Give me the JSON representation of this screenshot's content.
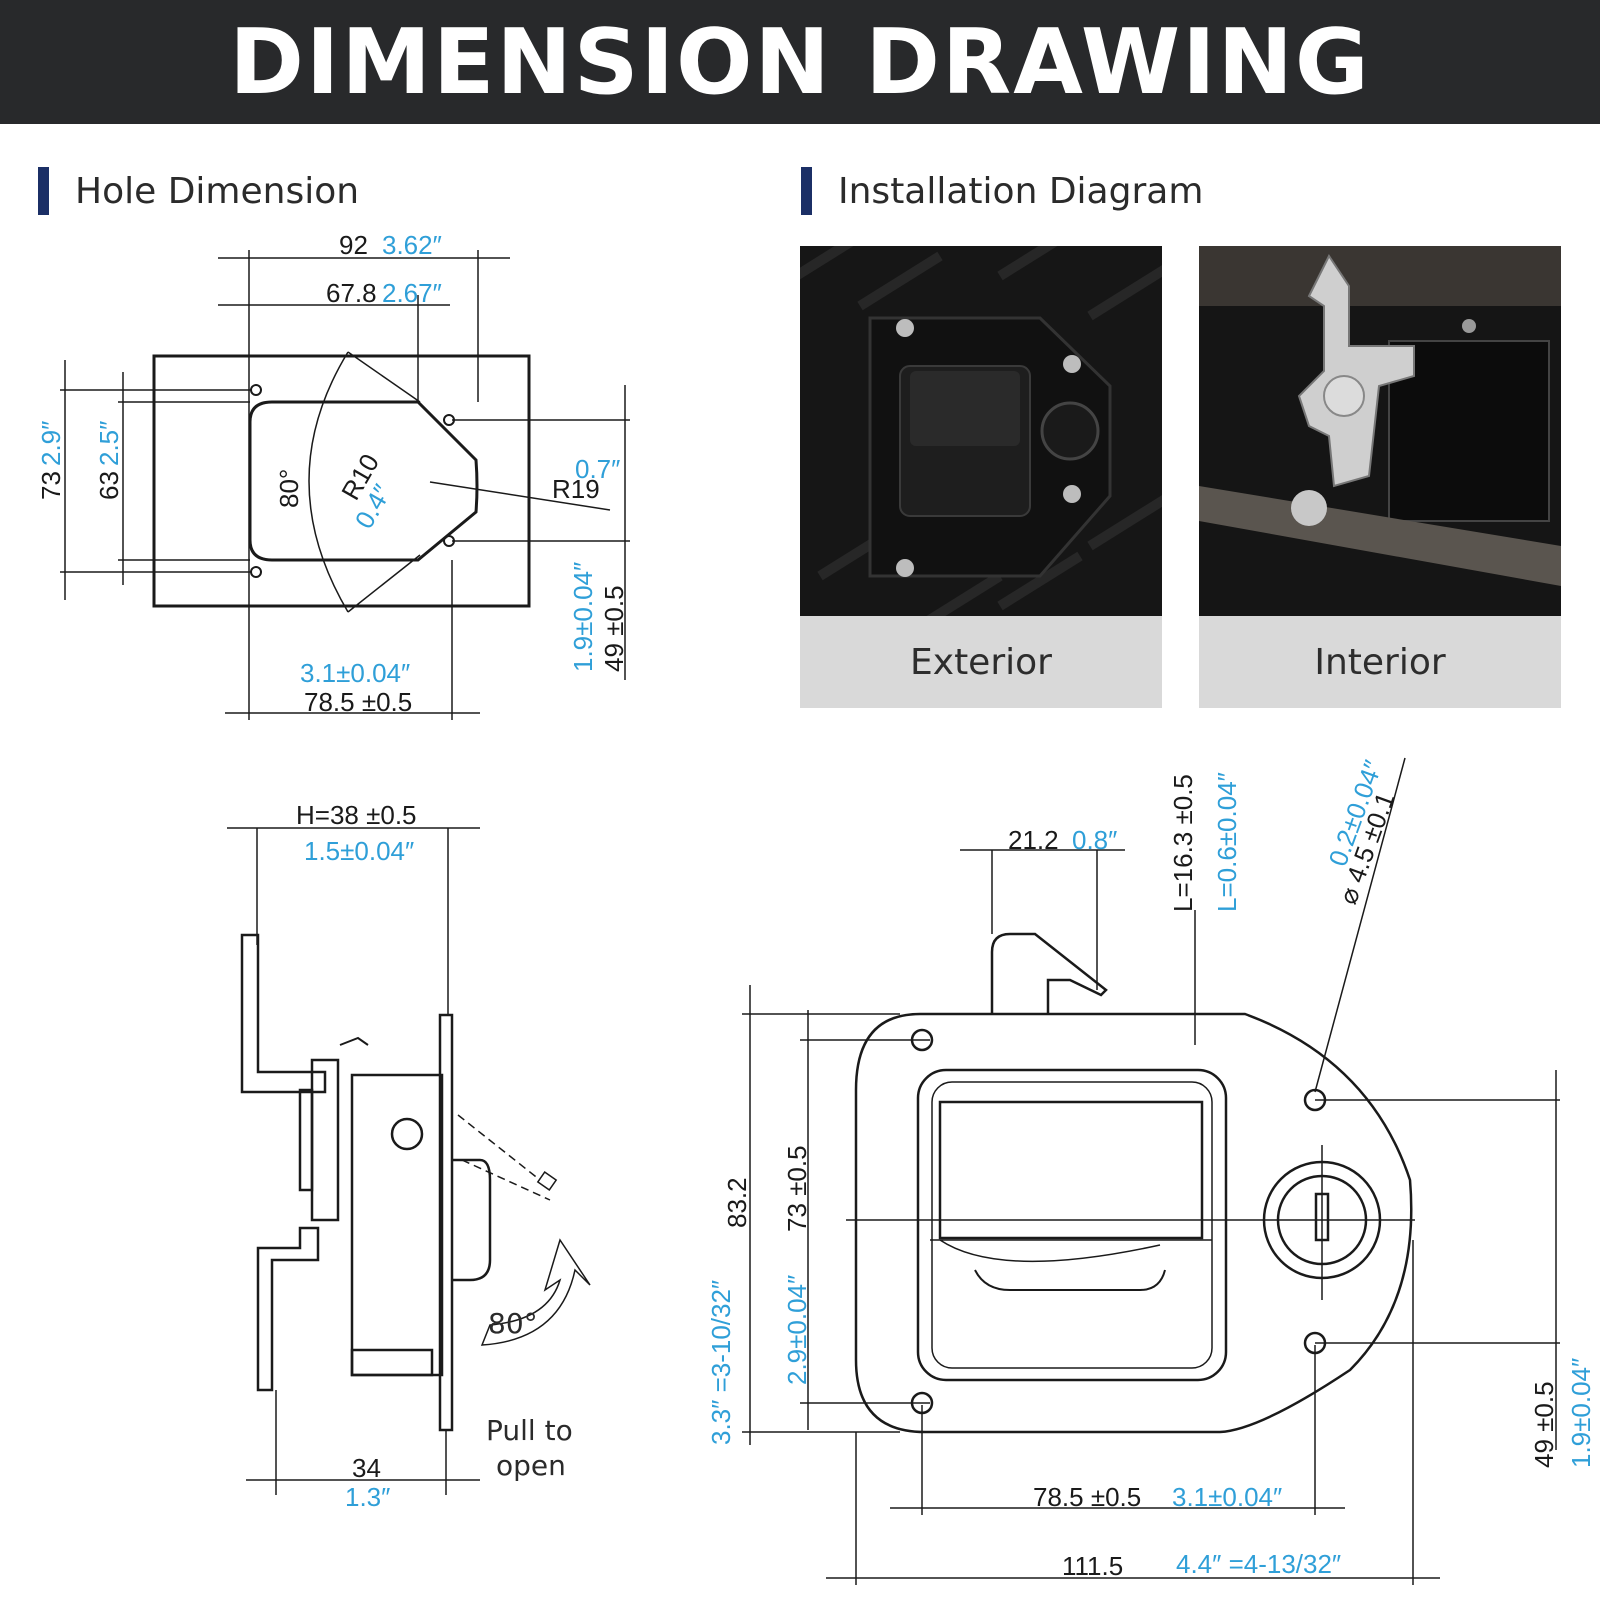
{
  "header": {
    "title": "DIMENSION DRAWING"
  },
  "sections": {
    "hole_dimension": "Hole Dimension",
    "installation_diagram": "Installation Diagram"
  },
  "photos": [
    {
      "caption": "Exterior"
    },
    {
      "caption": "Interior"
    }
  ],
  "hole": {
    "width_mm": "92",
    "width_in": "3.62″",
    "inner_mm": "67.8",
    "inner_in": "2.67″",
    "h73_mm": "73",
    "h73_in": "2.9″",
    "h63_mm": "63",
    "h63_in": "2.5″",
    "angle": "80°",
    "r10": "R10",
    "r10_in": "0.4″",
    "r19": "R19",
    "r19_in": "0.7″",
    "v49_in": "1.9±0.04″",
    "v49_mm": "49 ±0.5",
    "h785_in": "3.1±0.04″",
    "h785_mm": "78.5 ±0.5"
  },
  "side": {
    "h_mm": "H=38 ±0.5",
    "h_in": "1.5±0.04″",
    "w_mm": "34",
    "w_in": "1.3″",
    "angle": "80°",
    "pull_line1": "Pull to",
    "pull_line2": "open"
  },
  "front": {
    "w212_mm": "21.2",
    "w212_in": "0.8″",
    "l_mm": "L=16.3 ±0.5",
    "l_in": "L=0.6±0.04″",
    "d_in": "0.2±0.04″",
    "d_mm": "⌀ 4.5 ±0.1",
    "h832": "83.2",
    "h33_in": "3.3″ =3-10/32″",
    "h73_mm": "73 ±0.5",
    "h29_in": "2.9±0.04″",
    "v49_mm": "49 ±0.5",
    "v49_in": "1.9±0.04″",
    "w785_mm": "78.5 ±0.5",
    "w785_in": "3.1±0.04″",
    "w1115_mm": "111.5",
    "w1115_in": "4.4″ =4-13/32″"
  },
  "colors": {
    "header_bg": "#28292b",
    "accent_bar": "#1b2f66",
    "imperial_blue": "#2f9fd8",
    "caption_bg": "#d9d9d9"
  }
}
